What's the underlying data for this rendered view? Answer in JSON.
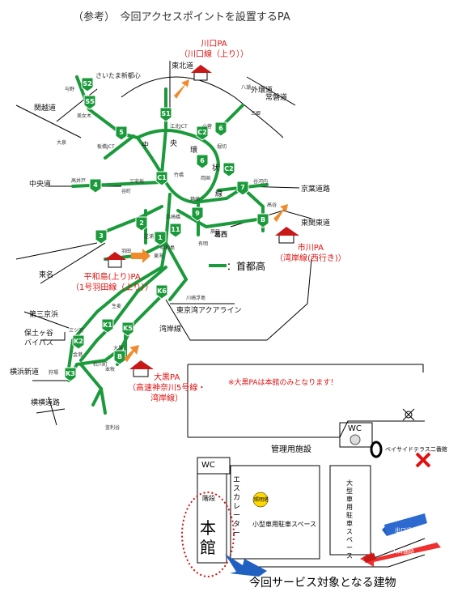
{
  "title": "（参考）　今回アクセスポイントを設置するPA",
  "pa": {
    "kawaguchi": {
      "name": "川口PA",
      "sub": "（川口線（上り））"
    },
    "ichikawa": {
      "name": "市川PA",
      "sub": "（湾岸線(西行き)）"
    },
    "heiwajima": {
      "name": "平和島(上り)PA",
      "sub": "（1号羽田線（上り））"
    },
    "daikoku": {
      "name": "大黒PA",
      "sub1": "（高速神奈川5号線・",
      "sub2": "湾岸線）"
    }
  },
  "daikoku_note": "※大黒PAは本館のみとなります！",
  "legend": {
    "label": "：首都高"
  },
  "roads": {
    "tohoku": "東北道",
    "gaikan": "外環道",
    "joban": "常磐道",
    "kanetsu": "関越道",
    "chuo": "中央道",
    "keiyo": "京葉道路",
    "higashikanto": "東関東道",
    "tomei": "東名",
    "daisan_keihin": "第三京浜",
    "hodogaya1": "保土ヶ谷",
    "hodogaya2": "バイパス",
    "yokoyoko": "横浜新道",
    "yokoyokodo": "横横道路",
    "saitama": "さいたま新都心",
    "tokyowan": "東京湾アクアライン",
    "wangan": "湾岸線",
    "chuo_kanji": "中",
    "o_kanji": "央",
    "kan_kanji": "環",
    "jo_kanji": "状",
    "sen_kanji": "線",
    "kasai": "葛西"
  },
  "route_shields": [
    "S2",
    "S5",
    "S1",
    "C2",
    "6",
    "5",
    "C1",
    "7",
    "6",
    "C2",
    "4",
    "3",
    "2",
    "1",
    "11",
    "9",
    "B",
    "K6",
    "K1",
    "K5",
    "K2",
    "K3",
    "B"
  ],
  "facility": {
    "wc1": "WC",
    "wc2": "WC",
    "kanri": "管理用施設",
    "bayside": "ベイサイドテラス二番館",
    "honkan": "本館",
    "kaidan": "階段",
    "escalator": "エスカレーター",
    "shoumei": "照明塔",
    "small_parking": "小型車用駐車スペース",
    "large_parking": "大型車用駐車スペース",
    "exit_road": "出口通路",
    "entry_road": "入口通路",
    "bottom_caption": "今回サービス対象となる建物"
  },
  "colors": {
    "route": "#1a9a3a",
    "accent": "#e01010",
    "arrow": "#f08a2a",
    "blue": "#2060c0"
  }
}
